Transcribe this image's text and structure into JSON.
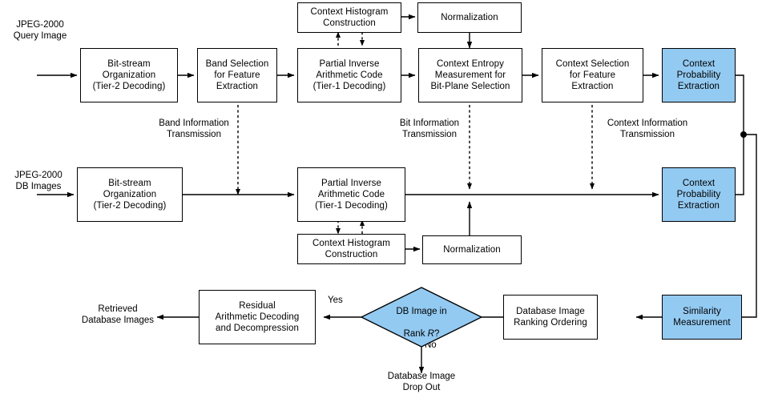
{
  "diagram": {
    "title": "JPEG-2000 Compressed-Domain Image Retrieval Flowchart",
    "colors": {
      "accent_blue": "#93caf2",
      "stroke": "#000000",
      "background": "#ffffff"
    },
    "inputs": [
      {
        "id": "query-input",
        "label": "JPEG-2000\nQuery Image"
      },
      {
        "id": "db-input",
        "label": "JPEG-2000\nDB Images"
      }
    ],
    "outputs": [
      {
        "id": "retrieved-output",
        "label": "Retrieved\nDatabase Images"
      },
      {
        "id": "dropout-output",
        "label": "Database Image\nDrop Out"
      }
    ],
    "nodes": [
      {
        "id": "ctx-hist-top",
        "label": "Context Histogram\nConstruction",
        "style": "plain"
      },
      {
        "id": "normalization-top",
        "label": "Normalization",
        "style": "plain"
      },
      {
        "id": "bitstream-query",
        "label": "Bit-stream\nOrganization\n(Tier-2 Decoding)",
        "style": "plain"
      },
      {
        "id": "band-selection",
        "label": "Band Selection\nfor Feature\nExtraction",
        "style": "plain"
      },
      {
        "id": "partial-inverse-query",
        "label": "Partial Inverse\nArithmetic Code\n(Tier-1 Decoding)",
        "style": "plain"
      },
      {
        "id": "context-entropy",
        "label": "Context Entropy\nMeasurement for\nBit-Plane Selection",
        "style": "plain"
      },
      {
        "id": "context-selection",
        "label": "Context Selection\nfor Feature\nExtraction",
        "style": "plain"
      },
      {
        "id": "ctx-prob-query",
        "label": "Context\nProbability\nExtraction",
        "style": "blue"
      },
      {
        "id": "bitstream-db",
        "label": "Bit-stream\nOrganization\n(Tier-2 Decoding)",
        "style": "plain"
      },
      {
        "id": "partial-inverse-db",
        "label": "Partial Inverse\nArithmetic Code\n(Tier-1 Decoding)",
        "style": "plain"
      },
      {
        "id": "ctx-prob-db",
        "label": "Context\nProbability\nExtraction",
        "style": "blue"
      },
      {
        "id": "ctx-hist-bottom",
        "label": "Context Histogram\nConstruction",
        "style": "plain"
      },
      {
        "id": "normalization-bottom",
        "label": "Normalization",
        "style": "plain"
      },
      {
        "id": "residual-decoding",
        "label": "Residual\nArithmetic Decoding\nand Decompression",
        "style": "plain"
      },
      {
        "id": "db-ranking",
        "label": "Database Image\nRanking Ordering",
        "style": "plain"
      },
      {
        "id": "similarity",
        "label": "Similarity\nMeasurement",
        "style": "blue"
      }
    ],
    "decision": {
      "id": "rank-decision",
      "label_line1": "DB Image in",
      "label_line2_pre": "Rank ",
      "label_line2_var": "R",
      "label_line2_post": "?",
      "style": "blue"
    },
    "transmission_labels": [
      {
        "id": "band-info",
        "label": "Band Information\nTransmission"
      },
      {
        "id": "bit-info",
        "label": "Bit Information\nTransmission"
      },
      {
        "id": "context-info",
        "label": "Context Information\nTransmission"
      }
    ],
    "branch_labels": [
      {
        "id": "yes-branch",
        "label": "Yes"
      },
      {
        "id": "no-branch",
        "label": "No"
      }
    ]
  }
}
